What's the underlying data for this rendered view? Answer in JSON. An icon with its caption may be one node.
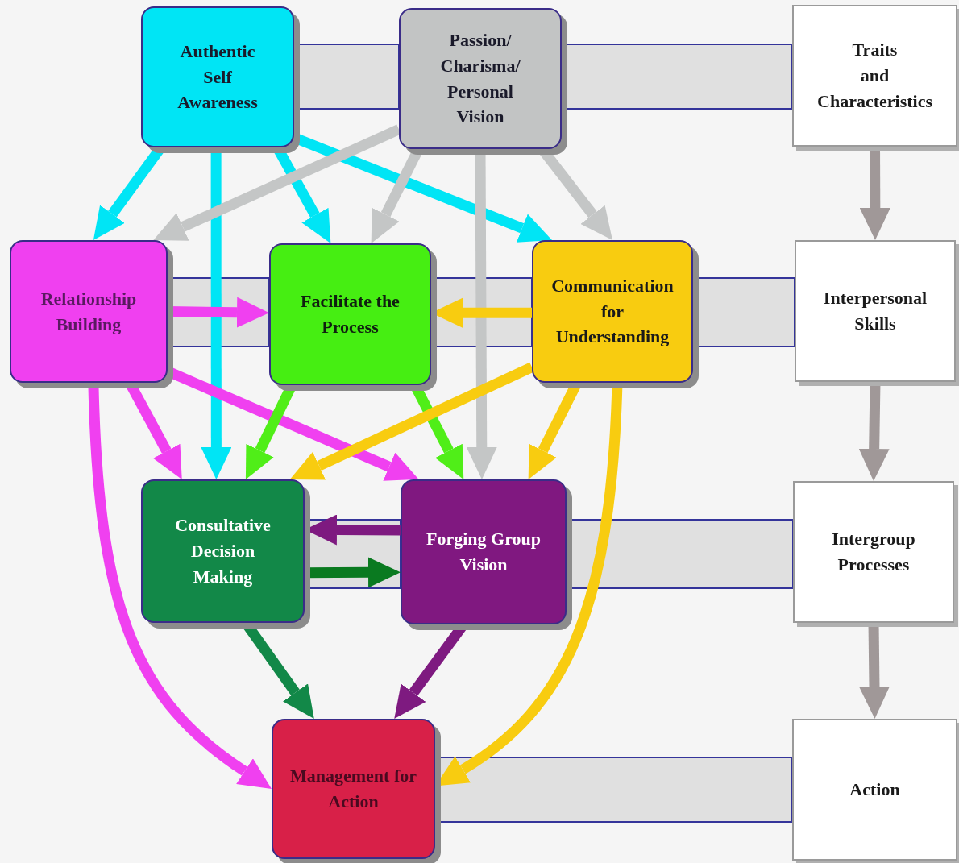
{
  "diagram": {
    "nodes": [
      {
        "text": [
          "Authentic Self Awareness"
        ]
      },
      {
        "text": [
          "Passion/ Charisma/ Personal Vision"
        ]
      },
      {
        "text": [
          "Traits and Characteristics"
        ]
      },
      {
        "text": [
          "Relationship Building"
        ]
      },
      {
        "text": [
          "Facilitate the Process"
        ]
      },
      {
        "text": [
          "Communication for Understanding"
        ]
      },
      {
        "text": [
          "Interpersonal Skills"
        ]
      },
      {
        "text": [
          "Consultative Decision Making"
        ]
      },
      {
        "text": [
          "Forging Group Vision"
        ]
      },
      {
        "text": [
          "Intergroup Processes"
        ]
      },
      {
        "text": [
          "Management for Action"
        ]
      },
      {
        "text": [
          "Action"
        ]
      }
    ],
    "edges": [
      {
        "from": 0,
        "to": 3,
        "arrow": "to",
        "color": "#00e5f5"
      },
      {
        "from": 0,
        "to": 7,
        "arrow": "to",
        "color": "#00e5f5"
      },
      {
        "from": 0,
        "to": 4,
        "arrow": "to",
        "color": "#00e5f5"
      },
      {
        "from": 0,
        "to": 5,
        "arrow": "to",
        "color": "#00e5f5"
      },
      {
        "from": 1,
        "to": 3,
        "arrow": "to",
        "color": "#c4c6c6"
      },
      {
        "from": 1,
        "to": 4,
        "arrow": "to",
        "color": "#c4c6c6"
      },
      {
        "from": 1,
        "to": 8,
        "arrow": "to",
        "color": "#c4c6c6"
      },
      {
        "from": 1,
        "to": 5,
        "arrow": "to",
        "color": "#c4c6c6"
      },
      {
        "from": 3,
        "to": 4,
        "arrow": "to",
        "color": "#f040f0"
      },
      {
        "from": 5,
        "to": 4,
        "arrow": "to",
        "color": "#f8cc10"
      },
      {
        "from": 3,
        "to": 7,
        "arrow": "to",
        "color": "#f040f0"
      },
      {
        "from": 3,
        "to": 8,
        "arrow": "to",
        "color": "#f040f0"
      },
      {
        "from": 3,
        "to": 10,
        "arrow": "to",
        "color": "#f040f0"
      },
      {
        "from": 4,
        "to": 7,
        "arrow": "to",
        "color": "#50ee18"
      },
      {
        "from": 4,
        "to": 8,
        "arrow": "to",
        "color": "#50ee18"
      },
      {
        "from": 5,
        "to": 7,
        "arrow": "to",
        "color": "#f8cc10"
      },
      {
        "from": 5,
        "to": 8,
        "arrow": "to",
        "color": "#f8cc10"
      },
      {
        "from": 5,
        "to": 10,
        "arrow": "to",
        "color": "#f8cc10"
      },
      {
        "from": 8,
        "to": 7,
        "arrow": "to",
        "color": "#7e1a80"
      },
      {
        "from": 7,
        "to": 8,
        "arrow": "to",
        "color": "#0a7a20"
      },
      {
        "from": 7,
        "to": 10,
        "arrow": "to",
        "color": "#128848"
      },
      {
        "from": 8,
        "to": 10,
        "arrow": "to",
        "color": "#7e1a80"
      },
      {
        "from": 2,
        "to": 6,
        "arrow": "to",
        "color": "#a09898"
      },
      {
        "from": 6,
        "to": 9,
        "arrow": "to",
        "color": "#a09898"
      },
      {
        "from": 9,
        "to": 11,
        "arrow": "to",
        "color": "#a09898"
      },
      {
        "from": 0,
        "to": 1,
        "arrow": "none",
        "style": "thick",
        "color": "#e0e0e0"
      },
      {
        "from": 1,
        "to": 2,
        "arrow": "none",
        "style": "thick",
        "color": "#e0e0e0"
      },
      {
        "from": 3,
        "to": 4,
        "arrow": "none",
        "style": "thick",
        "color": "#e0e0e0"
      },
      {
        "from": 4,
        "to": 5,
        "arrow": "none",
        "style": "thick",
        "color": "#e0e0e0"
      },
      {
        "from": 5,
        "to": 6,
        "arrow": "none",
        "style": "thick",
        "color": "#e0e0e0"
      },
      {
        "from": 7,
        "to": 8,
        "arrow": "none",
        "style": "thick",
        "color": "#e0e0e0"
      },
      {
        "from": 8,
        "to": 9,
        "arrow": "none",
        "style": "thick",
        "color": "#e0e0e0"
      },
      {
        "from": 10,
        "to": 11,
        "arrow": "none",
        "style": "thick",
        "color": "#e0e0e0"
      }
    ]
  }
}
